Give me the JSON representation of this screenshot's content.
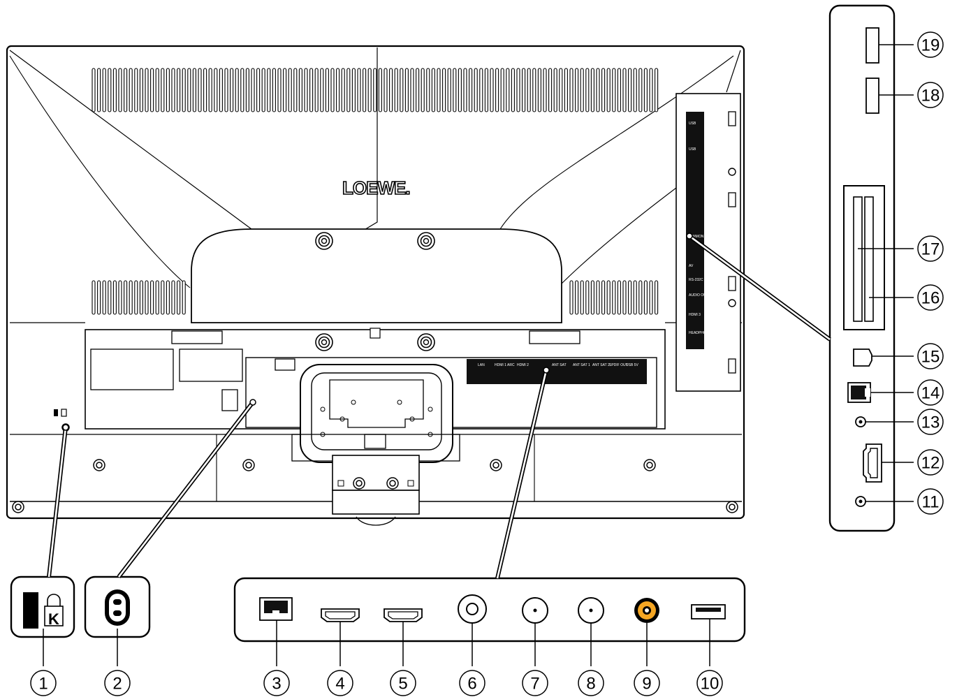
{
  "brand": {
    "logo": "LOEWE."
  },
  "callouts": [
    "1",
    "2",
    "3",
    "4",
    "5",
    "6",
    "7",
    "8",
    "9",
    "10",
    "11",
    "12",
    "13",
    "14",
    "15",
    "16",
    "17",
    "18",
    "19"
  ],
  "rear_panel_labels": [
    "LAN",
    "HDMI 1 ARC",
    "HDMI 2",
    "ANT SAT",
    "ANT SAT 1",
    "ANT SAT 2",
    "SPDIF OUT",
    "USB 5V"
  ],
  "side_panel_labels": [
    "USB",
    "USB",
    "COMMON INTERFACE",
    "AV",
    "RS-232C",
    "AUDIO OUT",
    "HDMI 3",
    "HEADPHONES"
  ],
  "colors": {
    "line": "#000000",
    "panel": "#ffffff",
    "label_strip": "#111111",
    "accent_jack": "#f5a623"
  },
  "icons": [
    "kensington-lock-icon",
    "power-socket-icon",
    "lan-port-icon",
    "hdmi-port-icon",
    "antenna-port-icon",
    "satellite-port-icon",
    "spdif-port-icon",
    "usb-port-icon",
    "ci-slot-icon",
    "headphone-jack-icon"
  ]
}
